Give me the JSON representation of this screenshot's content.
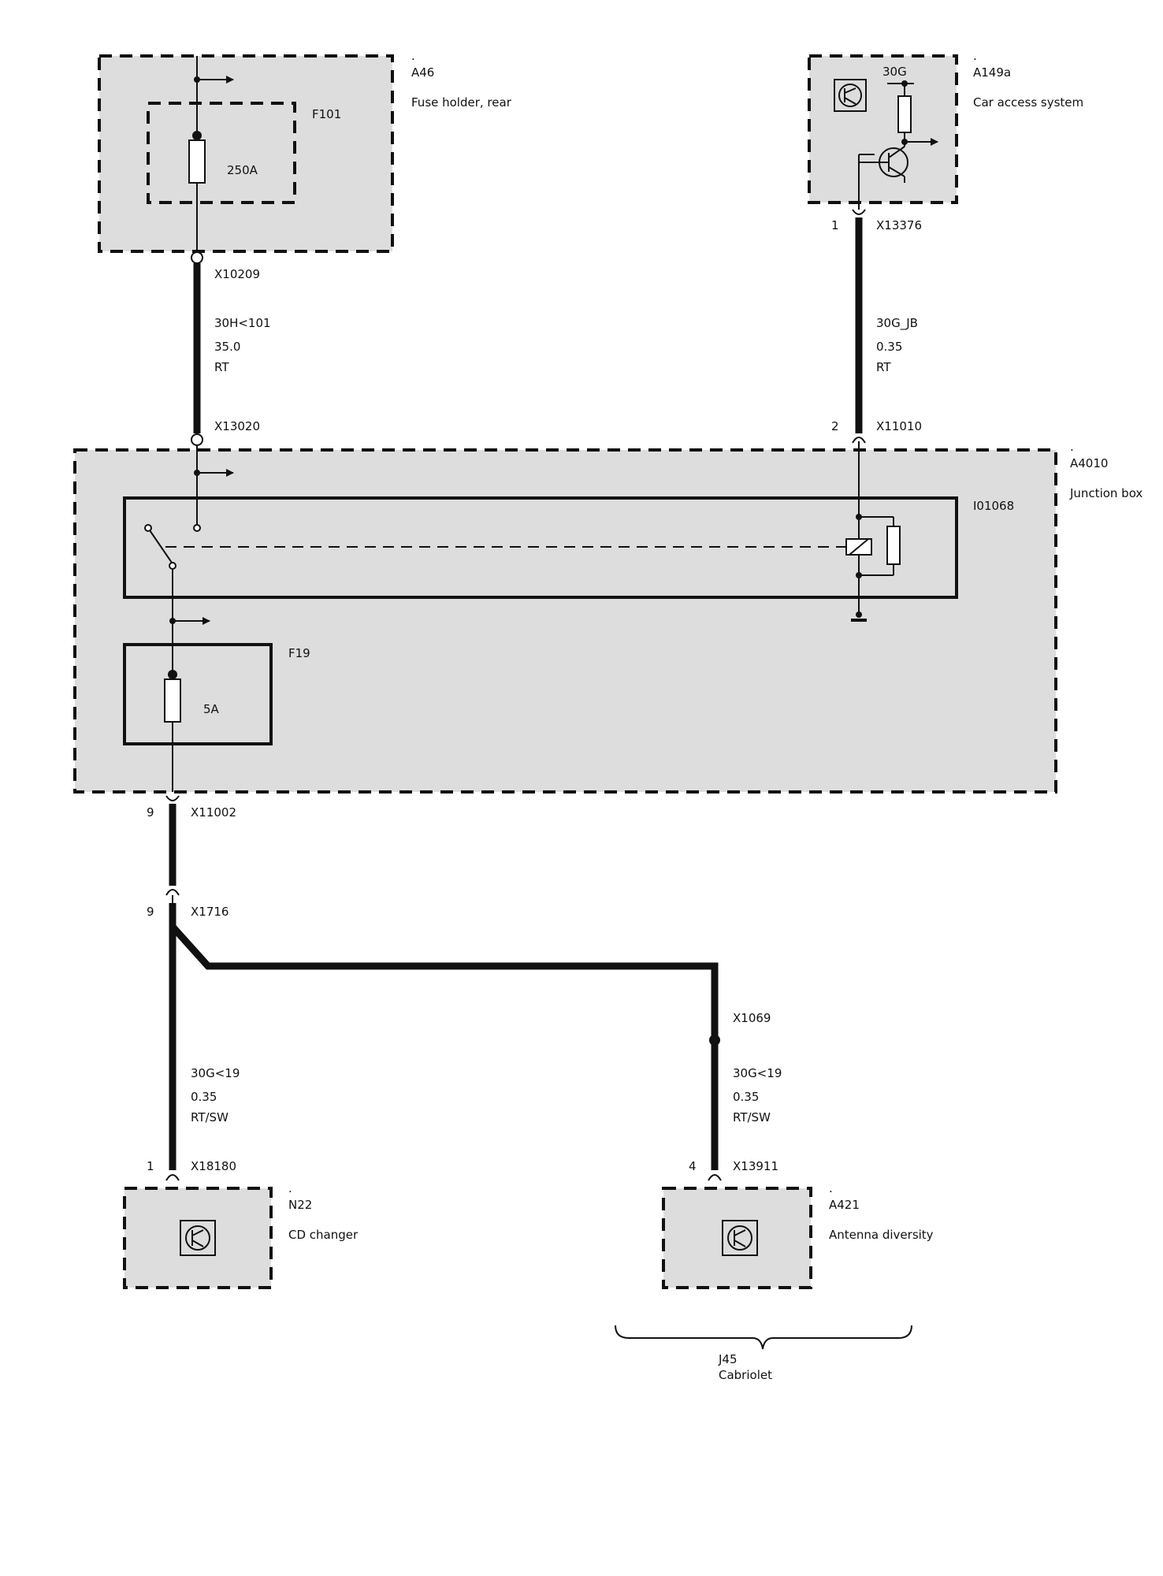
{
  "components": {
    "a46": {
      "dot": ".",
      "id": "A46",
      "desc": "Fuse holder, rear"
    },
    "f101": {
      "id": "F101",
      "rating": "250A"
    },
    "a149a": {
      "dot": ".",
      "id": "A149a",
      "desc": "Car access system",
      "terminal": "30G"
    },
    "a4010": {
      "dot": ".",
      "id": "A4010",
      "desc": "Junction box"
    },
    "i01068": {
      "id": "I01068"
    },
    "f19": {
      "id": "F19",
      "rating": "5A"
    },
    "n22": {
      "dot": ".",
      "id": "N22",
      "desc": "CD changer"
    },
    "a421": {
      "dot": ".",
      "id": "A421",
      "desc": "Antenna diversity"
    }
  },
  "connectors": {
    "x10209": {
      "id": "X10209"
    },
    "x13020": {
      "id": "X13020"
    },
    "x13376": {
      "pin": "1",
      "id": "X13376"
    },
    "x11010": {
      "pin": "2",
      "id": "X11010"
    },
    "x11002": {
      "pin": "9",
      "id": "X11002"
    },
    "x1716": {
      "pin": "9",
      "id": "X1716"
    },
    "x1069": {
      "id": "X1069"
    },
    "x18180": {
      "pin": "1",
      "id": "X18180"
    },
    "x13911": {
      "pin": "4",
      "id": "X13911"
    }
  },
  "wires": {
    "w_30h": {
      "signal": "30H<101",
      "size": "35.0",
      "color": "RT"
    },
    "w_30g_jb": {
      "signal": "30G_JB",
      "size": "0.35",
      "color": "RT"
    },
    "w_n22": {
      "signal": "30G<19",
      "size": "0.35",
      "color": "RT/SW"
    },
    "w_a421": {
      "signal": "30G<19",
      "size": "0.35",
      "color": "RT/SW"
    }
  },
  "option": {
    "code": "J45",
    "desc": "Cabriolet"
  }
}
